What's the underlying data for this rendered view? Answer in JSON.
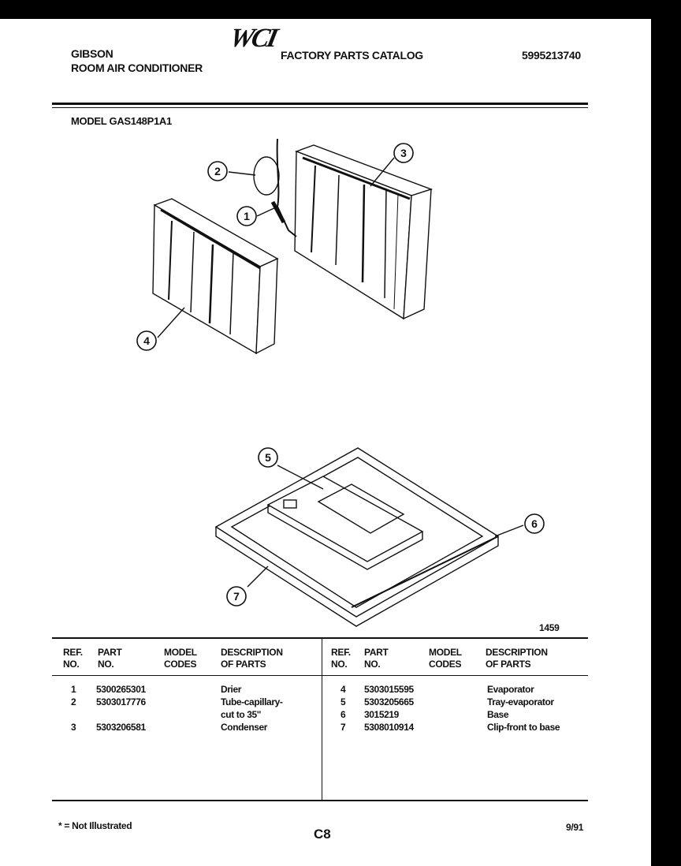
{
  "header": {
    "brand": "GIBSON",
    "product": "ROOM AIR CONDITIONER",
    "logo": "WCI",
    "catalog_title": "FACTORY PARTS CATALOG",
    "catalog_number": "5995213740",
    "model_line": "MODEL GAS148P1A1"
  },
  "diagram": {
    "callouts": [
      "1",
      "2",
      "3",
      "4",
      "5",
      "6",
      "7"
    ],
    "figure_number": "1459"
  },
  "table": {
    "headers": {
      "ref_no": [
        "REF.",
        "NO."
      ],
      "part_no": [
        "PART",
        "NO."
      ],
      "model_codes": [
        "MODEL",
        "CODES"
      ],
      "description": [
        "DESCRIPTION",
        "OF PARTS"
      ]
    },
    "left_rows": [
      {
        "ref": "1",
        "part": "5300265301",
        "desc": "Drier"
      },
      {
        "ref": "2",
        "part": "5303017776",
        "desc": "Tube-capillary-",
        "desc2": "cut to 35\""
      },
      {
        "ref": "3",
        "part": "5303206581",
        "desc": "Condenser"
      }
    ],
    "right_rows": [
      {
        "ref": "4",
        "part": "5303015595",
        "desc": "Evaporator"
      },
      {
        "ref": "5",
        "part": "5303205665",
        "desc": "Tray-evaporator"
      },
      {
        "ref": "6",
        "part": "3015219",
        "desc": "Base"
      },
      {
        "ref": "7",
        "part": "5308010914",
        "desc": "Clip-front to base"
      }
    ]
  },
  "footer": {
    "note": "* = Not Illustrated",
    "page_code": "C8",
    "date": "9/91"
  }
}
